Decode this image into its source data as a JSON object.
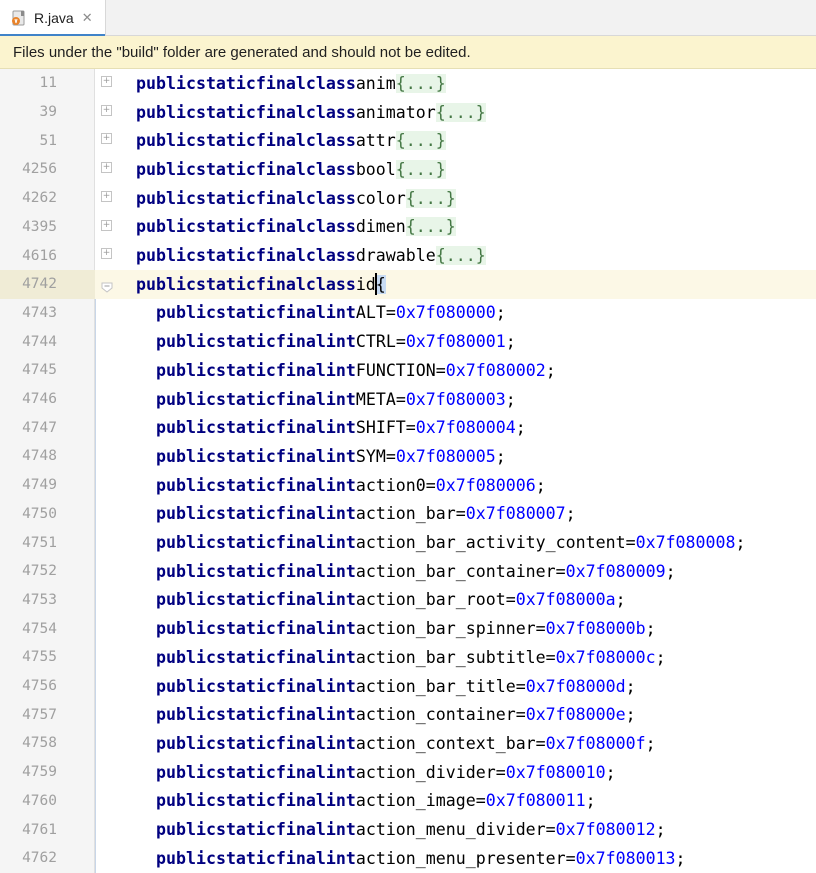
{
  "tab": {
    "title": "R.java",
    "close_glyph": "✕",
    "icon": "java-file-icon"
  },
  "banner": {
    "message": "Files under the \"build\" folder are generated and should not be edited."
  },
  "keywords": {
    "public": "public",
    "static": "static",
    "final": "final",
    "class": "class",
    "int": "int"
  },
  "folded_classes": [
    {
      "line": "11",
      "name": "anim",
      "folded": "{...}"
    },
    {
      "line": "39",
      "name": "animator",
      "folded": "{...}"
    },
    {
      "line": "51",
      "name": "attr",
      "folded": "{...}"
    },
    {
      "line": "4256",
      "name": "bool",
      "folded": "{...}"
    },
    {
      "line": "4262",
      "name": "color",
      "folded": "{...}"
    },
    {
      "line": "4395",
      "name": "dimen",
      "folded": "{...}"
    },
    {
      "line": "4616",
      "name": "drawable",
      "folded": "{...}"
    }
  ],
  "open_class": {
    "line": "4742",
    "name": "id",
    "brace": "{"
  },
  "fields": [
    {
      "line": "4743",
      "name": "ALT",
      "value": "0x7f080000"
    },
    {
      "line": "4744",
      "name": "CTRL",
      "value": "0x7f080001"
    },
    {
      "line": "4745",
      "name": "FUNCTION",
      "value": "0x7f080002"
    },
    {
      "line": "4746",
      "name": "META",
      "value": "0x7f080003"
    },
    {
      "line": "4747",
      "name": "SHIFT",
      "value": "0x7f080004"
    },
    {
      "line": "4748",
      "name": "SYM",
      "value": "0x7f080005"
    },
    {
      "line": "4749",
      "name": "action0",
      "value": "0x7f080006"
    },
    {
      "line": "4750",
      "name": "action_bar",
      "value": "0x7f080007"
    },
    {
      "line": "4751",
      "name": "action_bar_activity_content",
      "value": "0x7f080008"
    },
    {
      "line": "4752",
      "name": "action_bar_container",
      "value": "0x7f080009"
    },
    {
      "line": "4753",
      "name": "action_bar_root",
      "value": "0x7f08000a"
    },
    {
      "line": "4754",
      "name": "action_bar_spinner",
      "value": "0x7f08000b"
    },
    {
      "line": "4755",
      "name": "action_bar_subtitle",
      "value": "0x7f08000c"
    },
    {
      "line": "4756",
      "name": "action_bar_title",
      "value": "0x7f08000d"
    },
    {
      "line": "4757",
      "name": "action_container",
      "value": "0x7f08000e"
    },
    {
      "line": "4758",
      "name": "action_context_bar",
      "value": "0x7f08000f"
    },
    {
      "line": "4759",
      "name": "action_divider",
      "value": "0x7f080010"
    },
    {
      "line": "4760",
      "name": "action_image",
      "value": "0x7f080011"
    },
    {
      "line": "4761",
      "name": "action_menu_divider",
      "value": "0x7f080012"
    },
    {
      "line": "4762",
      "name": "action_menu_presenter",
      "value": "0x7f080013"
    }
  ],
  "colors": {
    "keyword": "#000080",
    "number": "#0000ff",
    "line_number": "#a0a0a0",
    "banner_bg": "#fbf4cf",
    "current_line_bg": "#fcf8e6",
    "tab_accent": "#4083c9"
  }
}
